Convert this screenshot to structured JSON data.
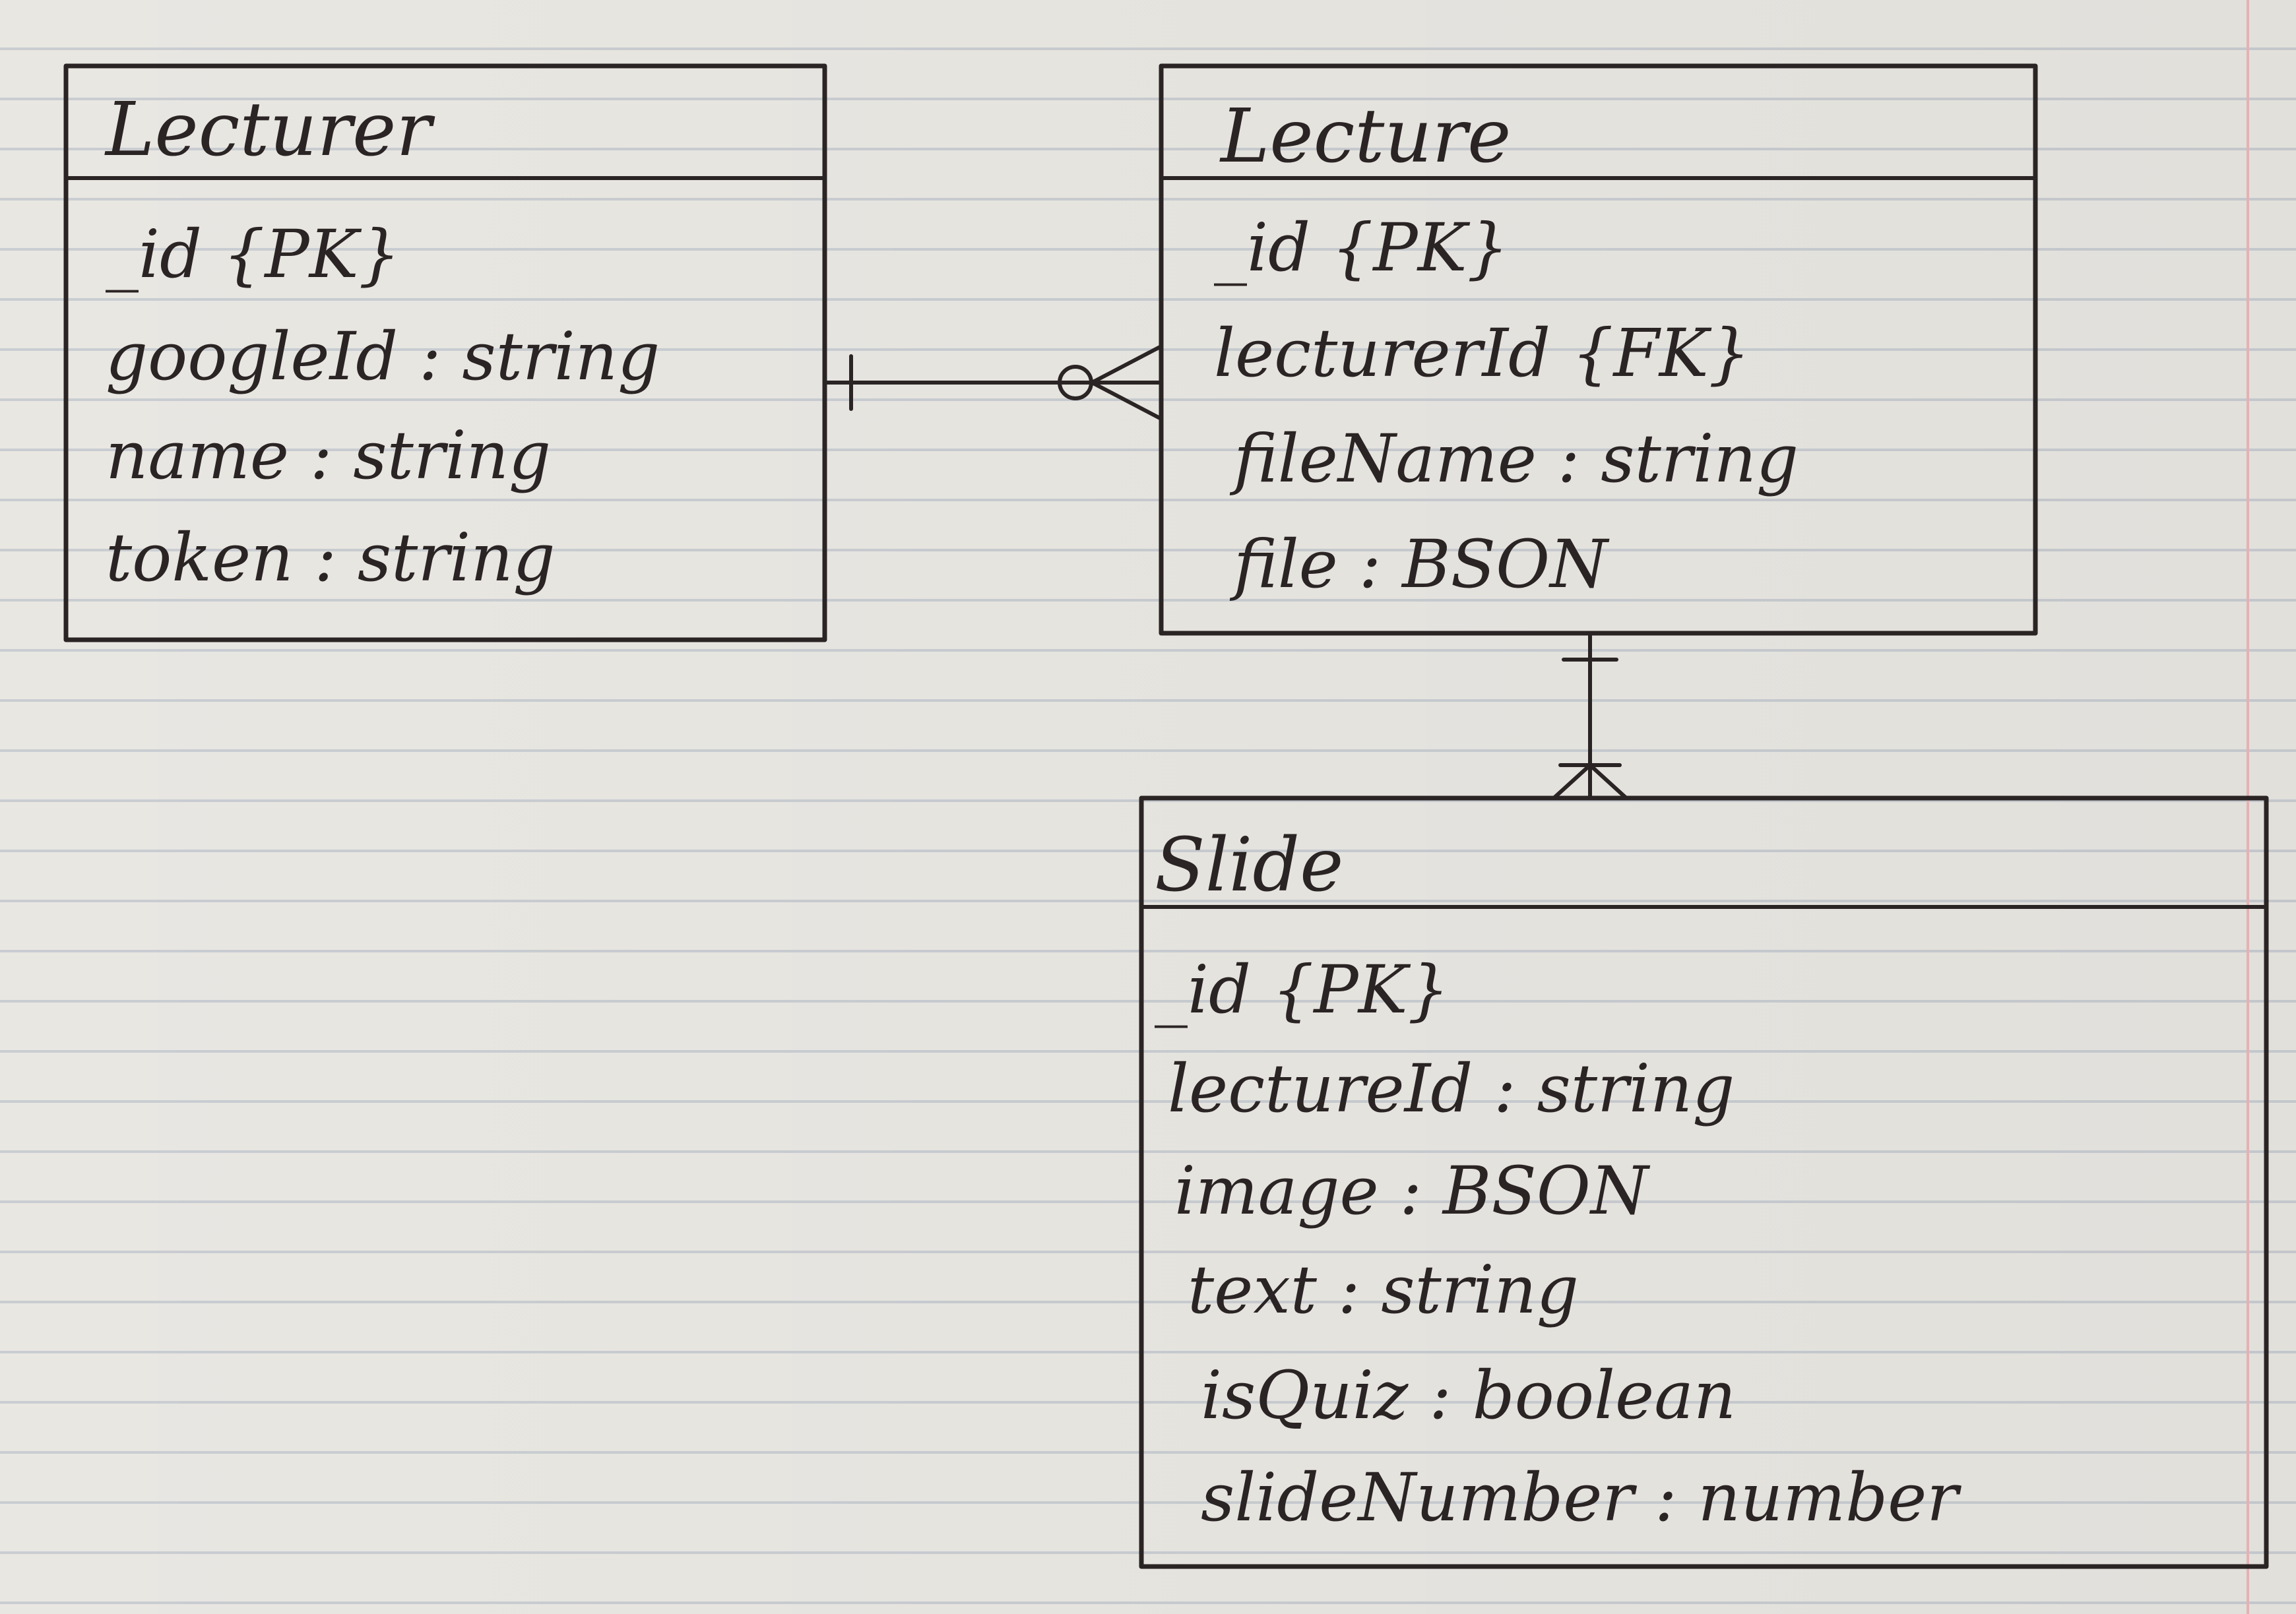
{
  "entities": {
    "lecturer": {
      "name": "Lecturer",
      "attributes": [
        "_id {PK}",
        "googleId : string",
        "name : string",
        "token : string"
      ]
    },
    "lecture": {
      "name": "Lecture",
      "attributes": [
        "_id {PK}",
        "lecturerId {FK}",
        "fileName : string",
        "file : BSON"
      ]
    },
    "slide": {
      "name": "Slide",
      "attributes": [
        "_id {PK}",
        "lectureId : string",
        "image : BSON",
        "text : string",
        "isQuiz : boolean",
        "slideNumber : number"
      ]
    }
  },
  "relationships": [
    {
      "from": "Lecturer",
      "to": "Lecture",
      "from_cardinality": "one",
      "to_cardinality": "zero-or-many"
    },
    {
      "from": "Lecture",
      "to": "Slide",
      "from_cardinality": "one",
      "to_cardinality": "one-or-many"
    }
  ],
  "colors": {
    "ink": "#2a2424",
    "paper": "#e9e7e2",
    "rule": "#c9cdd2",
    "margin": "#e3b2b5"
  }
}
